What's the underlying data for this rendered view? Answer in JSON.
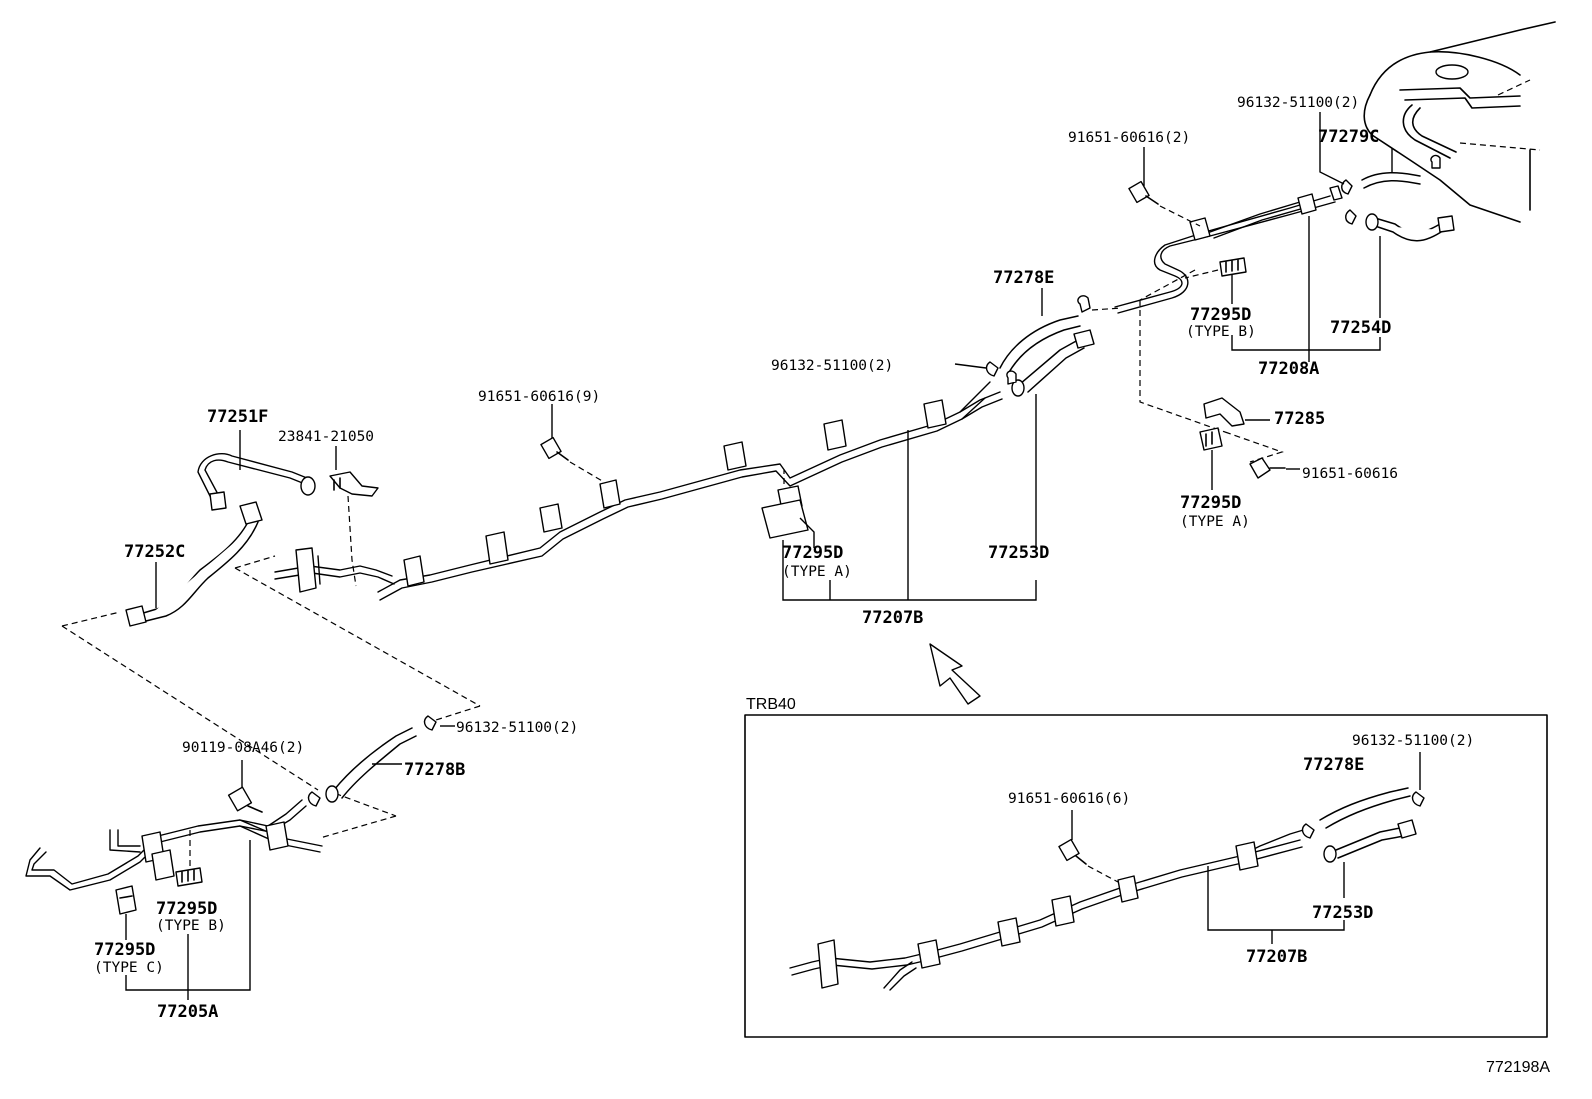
{
  "diagram": {
    "inset_title": "TRB40",
    "figure_code": "772198A"
  },
  "labels": {
    "l_77251F": "77251F",
    "l_23841": "23841-21050",
    "l_77252C": "77252C",
    "l_91651_9": "91651-60616(9)",
    "l_96132_mid": "96132-51100(2)",
    "l_77278E": "77278E",
    "l_91651_2": "91651-60616(2)",
    "l_96132_top": "96132-51100(2)",
    "l_77279C": "77279C",
    "l_77295D_b_top": "77295D",
    "l_typeb_top": "(TYPE B)",
    "l_77254D": "77254D",
    "l_77208A": "77208A",
    "l_77285": "77285",
    "l_91651_single": "91651-60616",
    "l_77295D_a_right": "77295D",
    "l_typea_right": "(TYPE A)",
    "l_77295D_a_mid": "77295D",
    "l_typea_mid": "(TYPE A)",
    "l_77253D": "77253D",
    "l_77207B": "77207B",
    "l_96132_low": "96132-51100(2)",
    "l_90119": "90119-08A46(2)",
    "l_77278B": "77278B",
    "l_77295D_b_low": "77295D",
    "l_typeb_low": "(TYPE B)",
    "l_77295D_c": "77295D",
    "l_typec": "(TYPE C)",
    "l_77205A": "77205A",
    "l_in_96132": "96132-51100(2)",
    "l_in_77278E": "77278E",
    "l_in_91651_6": "91651-60616(6)",
    "l_in_77253D": "77253D",
    "l_in_77207B": "77207B"
  }
}
